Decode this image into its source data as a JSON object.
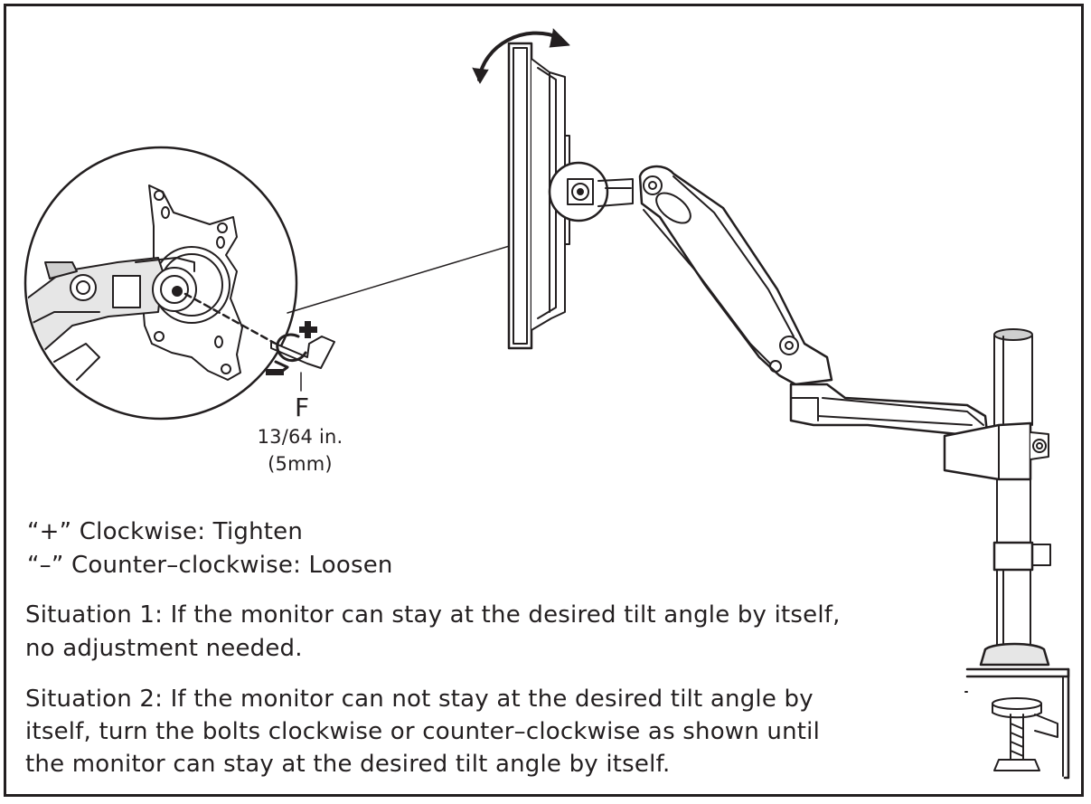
{
  "tool": {
    "label": "F",
    "size_in": "13/64 in.",
    "size_mm": "(5mm)"
  },
  "legend": {
    "plus_line": "“+” Clockwise: Tighten",
    "minus_line": "“–” Counter–clockwise: Loosen"
  },
  "situations": {
    "s1_line1": "Situation 1: If the monitor can stay at the desired tilt angle by itself,",
    "s1_line2": "no adjustment needed.",
    "s2_line1": "Situation 2: If the monitor can not stay at the desired tilt angle by",
    "s2_line2": "itself, turn the bolts clockwise or counter–clockwise as shown until",
    "s2_line3": "the monitor can stay at the desired tilt angle by itself."
  },
  "colors": {
    "ink": "#231f20",
    "fill_light": "#e6e6e6",
    "fill_mid": "#cfcfcf"
  }
}
